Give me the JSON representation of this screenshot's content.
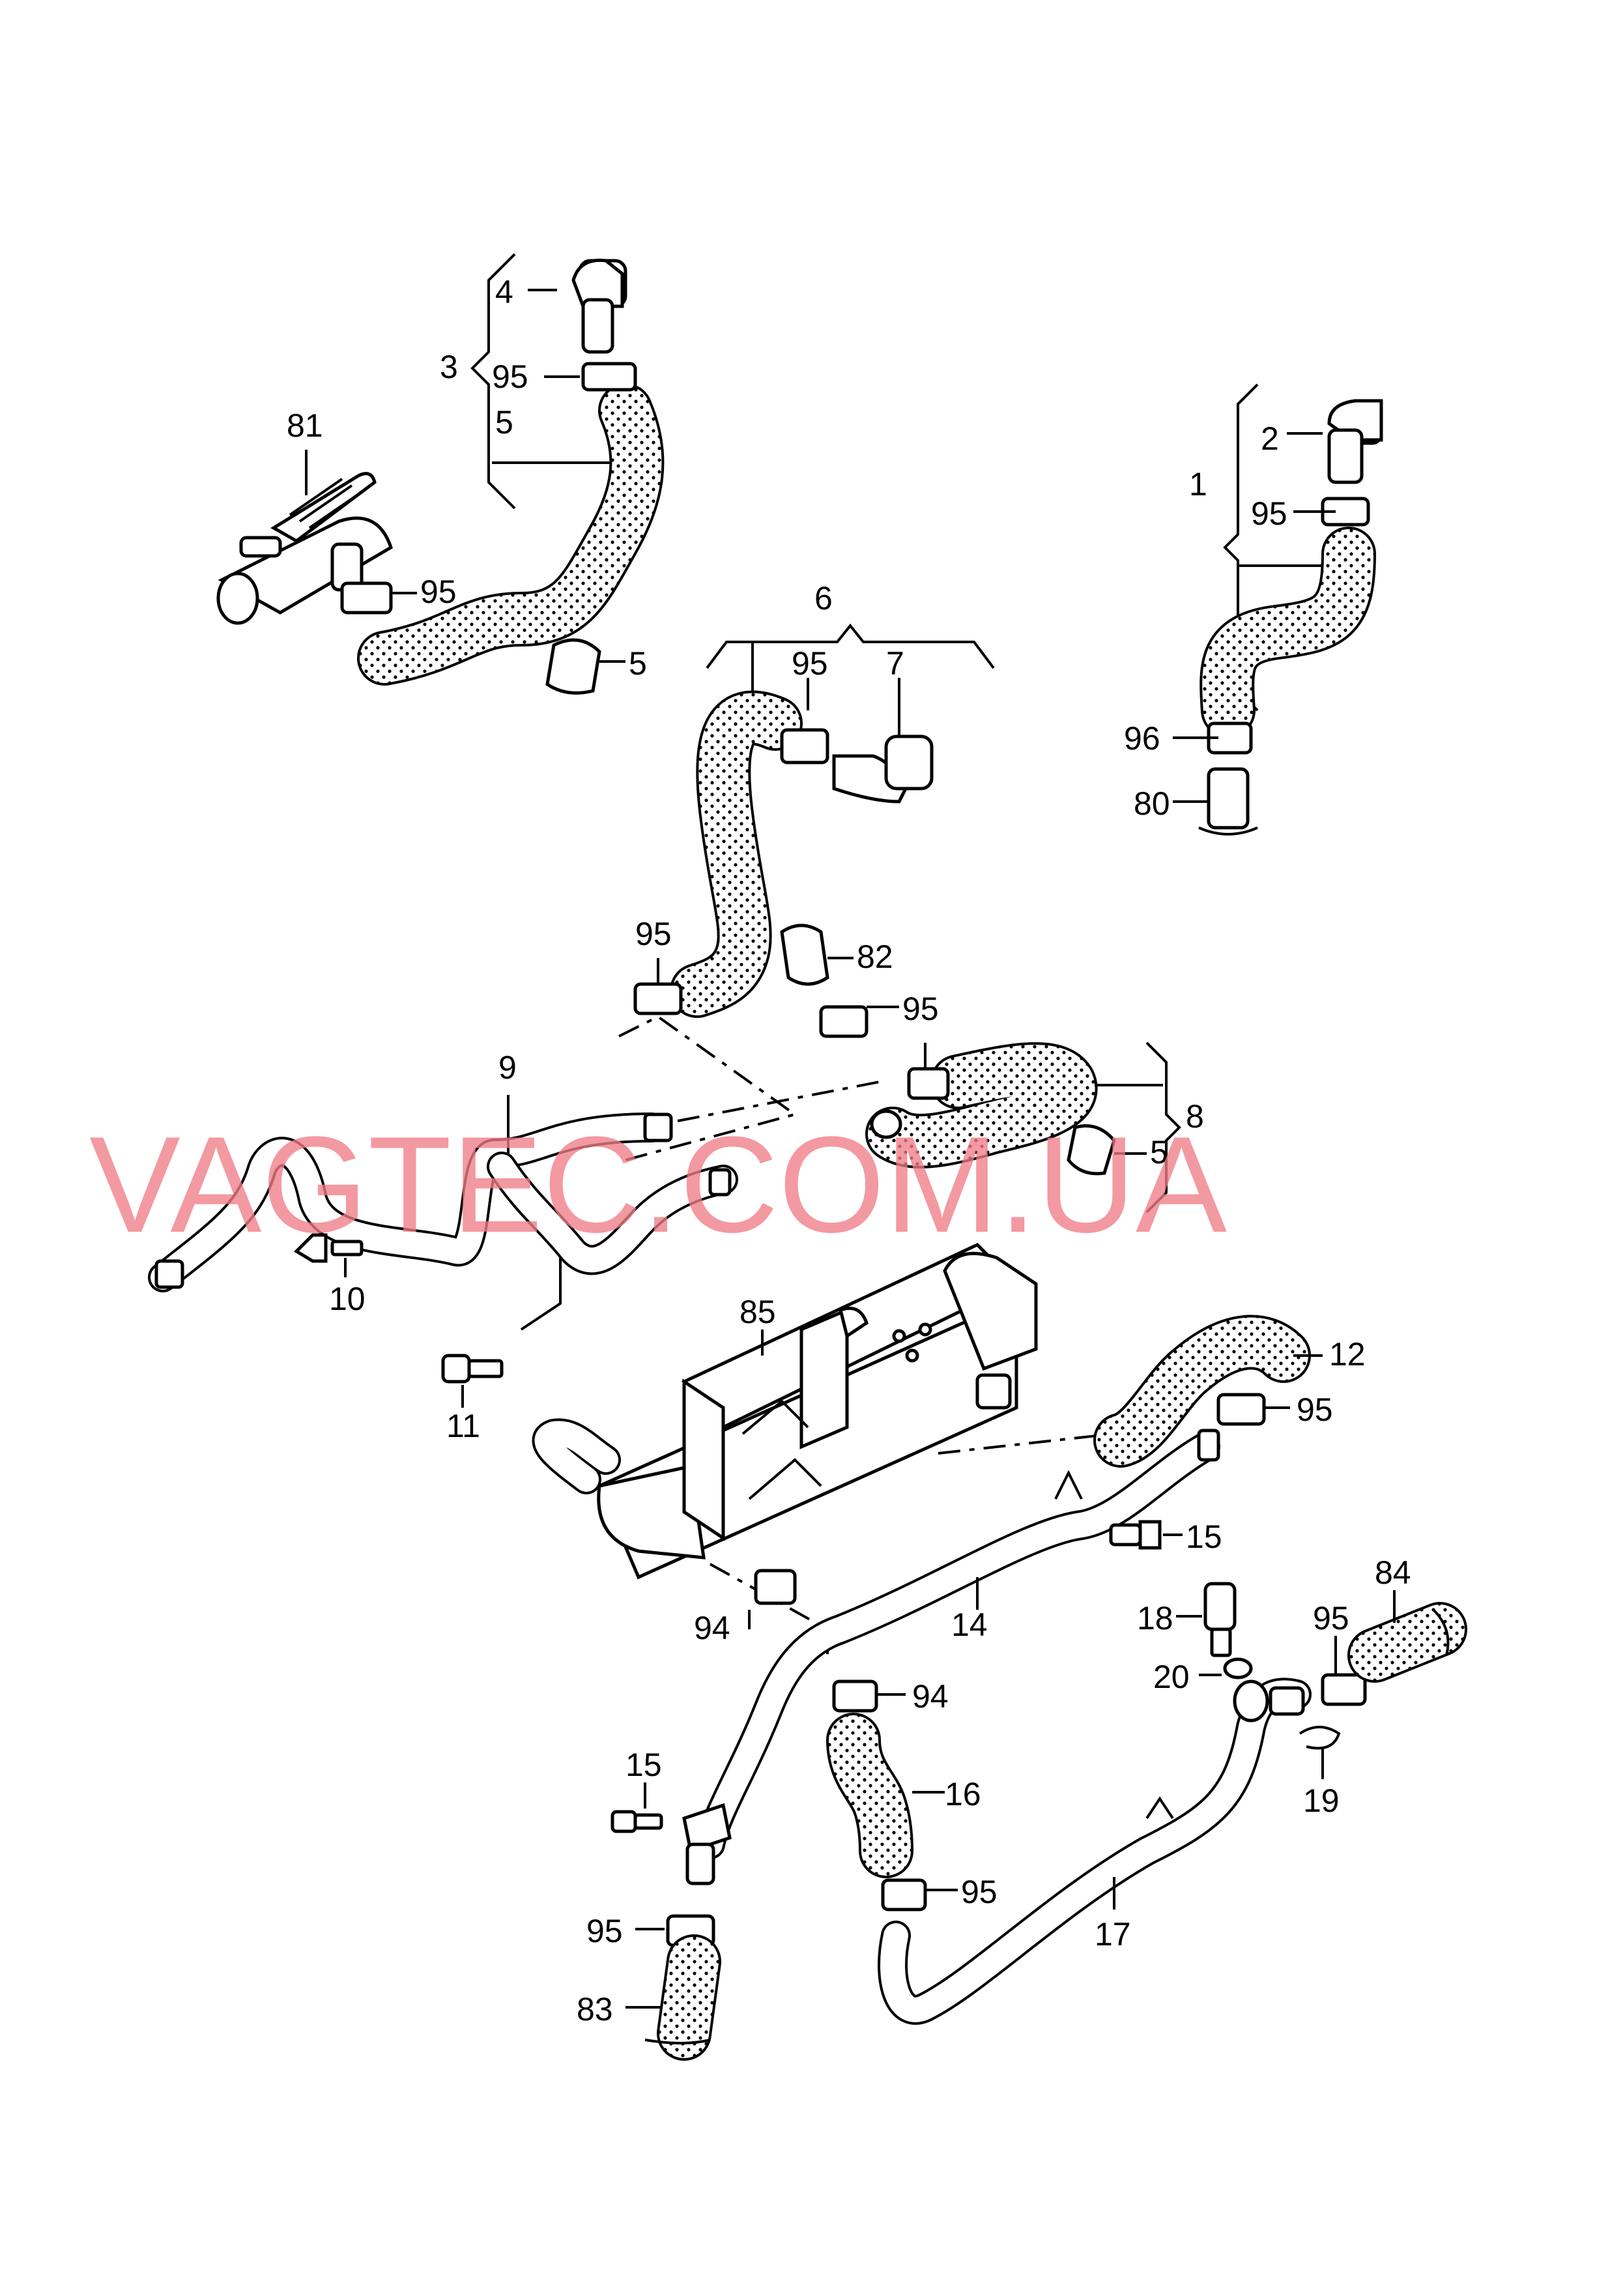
{
  "watermark": "VAGTEC.COM.UA",
  "callouts": [
    {
      "id": "c1",
      "text": "1"
    },
    {
      "id": "c2",
      "text": "2"
    },
    {
      "id": "c95a",
      "text": "95"
    },
    {
      "id": "c96",
      "text": "96"
    },
    {
      "id": "c80",
      "text": "80"
    },
    {
      "id": "c3",
      "text": "3"
    },
    {
      "id": "c4",
      "text": "4"
    },
    {
      "id": "c95b",
      "text": "95"
    },
    {
      "id": "c5a",
      "text": "5"
    },
    {
      "id": "c81",
      "text": "81"
    },
    {
      "id": "c95c",
      "text": "95"
    },
    {
      "id": "c5b",
      "text": "5"
    },
    {
      "id": "c6",
      "text": "6"
    },
    {
      "id": "c95d",
      "text": "95"
    },
    {
      "id": "c7",
      "text": "7"
    },
    {
      "id": "c95e",
      "text": "95"
    },
    {
      "id": "c82",
      "text": "82"
    },
    {
      "id": "c95f",
      "text": "95"
    },
    {
      "id": "c9",
      "text": "9"
    },
    {
      "id": "c8",
      "text": "8"
    },
    {
      "id": "c5c",
      "text": "5"
    },
    {
      "id": "c10",
      "text": "10"
    },
    {
      "id": "c11",
      "text": "11"
    },
    {
      "id": "c85",
      "text": "85"
    },
    {
      "id": "c12",
      "text": "12"
    },
    {
      "id": "c95g",
      "text": "95"
    },
    {
      "id": "c15a",
      "text": "15"
    },
    {
      "id": "c14",
      "text": "14"
    },
    {
      "id": "c94a",
      "text": "94"
    },
    {
      "id": "c94b",
      "text": "94"
    },
    {
      "id": "c84",
      "text": "84"
    },
    {
      "id": "c95h",
      "text": "95"
    },
    {
      "id": "c18",
      "text": "18"
    },
    {
      "id": "c20",
      "text": "20"
    },
    {
      "id": "c19",
      "text": "19"
    },
    {
      "id": "c16",
      "text": "16"
    },
    {
      "id": "c15b",
      "text": "15"
    },
    {
      "id": "c95i",
      "text": "95"
    },
    {
      "id": "c95j",
      "text": "95"
    },
    {
      "id": "c17",
      "text": "17"
    },
    {
      "id": "c83",
      "text": "83"
    }
  ]
}
